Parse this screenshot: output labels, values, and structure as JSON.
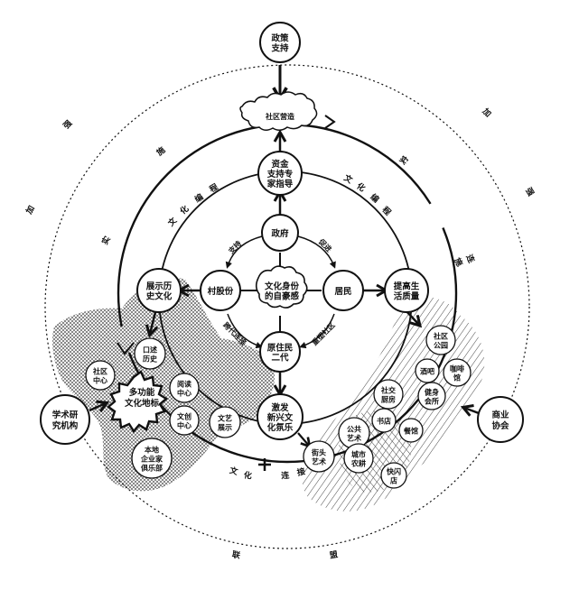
{
  "nodes": {
    "policy": [
      "政策",
      "支持"
    ],
    "community_building": [
      "社区营造"
    ],
    "funding": [
      "资金",
      "支持专",
      "家指导"
    ],
    "government": [
      "政府"
    ],
    "village_coop": [
      "村股份"
    ],
    "residents": [
      "居民"
    ],
    "pride": [
      "文化身份",
      "的自豪感"
    ],
    "native_second_gen": [
      "原住民",
      "二代"
    ],
    "display_history": [
      "展示历",
      "史文化"
    ],
    "improve_life": [
      "提高生",
      "活质量"
    ],
    "spark_vitality": [
      "激发",
      "新兴文",
      "化氛乐"
    ],
    "academic": [
      "学术研",
      "究机构"
    ],
    "business": [
      "商业",
      "协会"
    ],
    "landmark": [
      "多功能",
      "文化地标"
    ],
    "oral_history": [
      "口述",
      "历史"
    ],
    "community_center": [
      "社区",
      "中心"
    ],
    "reading_center": [
      "阅读",
      "中心"
    ],
    "cultural_creative": [
      "文创",
      "中心"
    ],
    "art_display": [
      "文艺",
      "展示"
    ],
    "local_club": [
      "本地",
      "企业家",
      "俱乐部"
    ],
    "community_park": [
      "社区",
      "公园"
    ],
    "bar": [
      "酒吧"
    ],
    "cafe": [
      "咖啡",
      "馆"
    ],
    "gym": [
      "健身",
      "会所"
    ],
    "social_kitchen": [
      "社交",
      "厨房"
    ],
    "bookstore": [
      "书店"
    ],
    "restaurant": [
      "餐馆"
    ],
    "public_art": [
      "公共",
      "艺术"
    ],
    "street_art": [
      "街头",
      "艺术"
    ],
    "city_farm": [
      "城市",
      "农耕"
    ],
    "flash_store": [
      "快闪",
      "店"
    ]
  },
  "arrow_labels": {
    "support": "支持",
    "promote": "促进",
    "cross_gen": "跨代连接",
    "reshape": "重塑社区"
  },
  "ring_labels": {
    "left_ring": [
      "实",
      "施",
      "文",
      "化",
      "编",
      "程"
    ],
    "right_ring": [
      "文",
      "化",
      "编",
      "程",
      "实",
      "施"
    ],
    "bottom_ring": [
      "文",
      "化",
      "连",
      "接"
    ]
  },
  "outer_labels": {
    "left": [
      "加",
      "强"
    ],
    "right": [
      "加",
      "强",
      "连"
    ],
    "bottom": [
      "联",
      "盟"
    ]
  },
  "colors": {
    "ink": "#111111",
    "paper": "#ffffff"
  }
}
